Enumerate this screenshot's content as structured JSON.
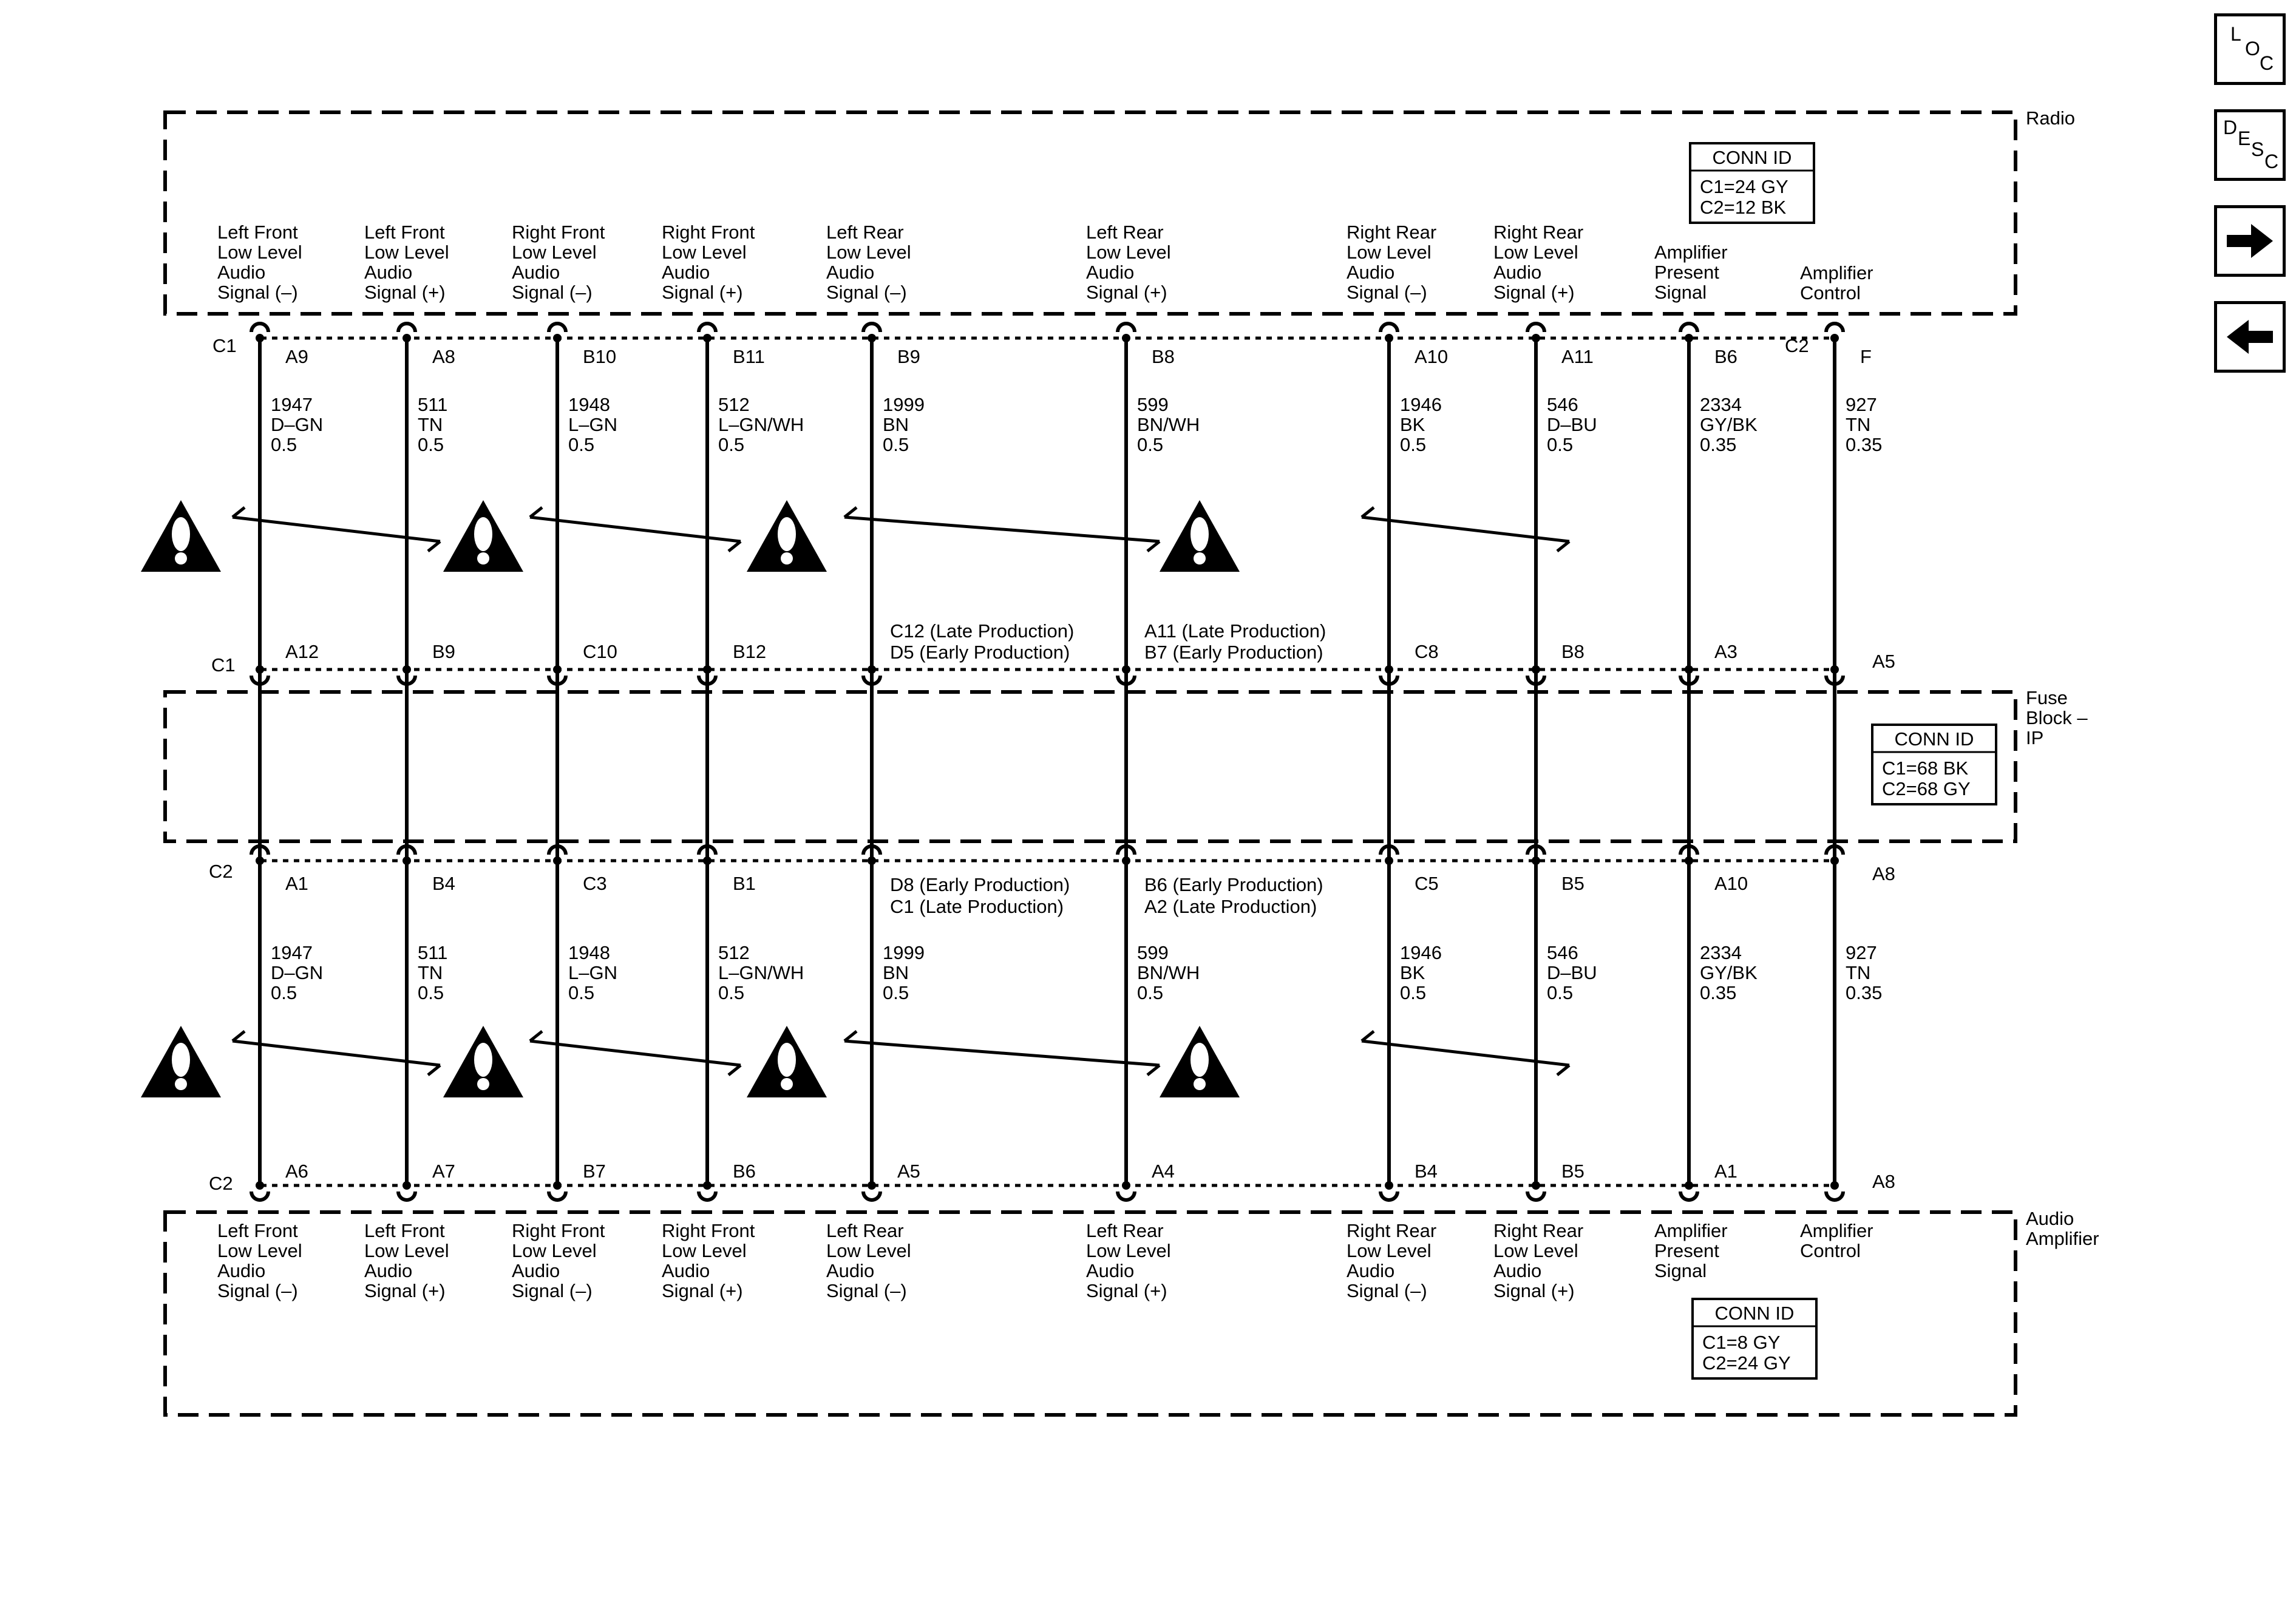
{
  "components": {
    "radio": "Radio",
    "fuse_block": [
      "Fuse",
      "Block –",
      "IP"
    ],
    "amplifier": [
      "Audio",
      "Amplifier"
    ]
  },
  "conn_ids": {
    "radio": {
      "header": "CONN ID",
      "lines": [
        "C1=24 GY",
        "C2=12 BK"
      ]
    },
    "fuse_block": {
      "header": "CONN ID",
      "lines": [
        "C1=68 BK",
        "C2=68 GY"
      ]
    },
    "amplifier": {
      "header": "CONN ID",
      "lines": [
        "C1=8 GY",
        "C2=24 GY"
      ]
    }
  },
  "connector_names": {
    "radio_c1": "C1",
    "radio_c2": "C2",
    "fuse_upper_c1": "C1",
    "fuse_lower_c2": "C2",
    "amp_c2": "C2"
  },
  "signal_labels": [
    [
      "Left Front",
      "Low Level",
      "Audio",
      "Signal (–)"
    ],
    [
      "Left Front",
      "Low Level",
      "Audio",
      "Signal (+)"
    ],
    [
      "Right Front",
      "Low Level",
      "Audio",
      "Signal (–)"
    ],
    [
      "Right Front",
      "Low Level",
      "Audio",
      "Signal (+)"
    ],
    [
      "Left Rear",
      "Low Level",
      "Audio",
      "Signal (–)"
    ],
    [
      "Left Rear",
      "Low Level",
      "Audio",
      "Signal (+)"
    ],
    [
      "Right Rear",
      "Low Level",
      "Audio",
      "Signal (–)"
    ],
    [
      "Right Rear",
      "Low Level",
      "Audio",
      "Signal (+)"
    ],
    [
      "Amplifier",
      "Present",
      "Signal"
    ],
    [
      "Amplifier",
      "Control"
    ]
  ],
  "wires": [
    {
      "radio_pin": "A9",
      "fuse_top_pin": [
        "A12"
      ],
      "fuse_bot_pin": [
        "A1"
      ],
      "amp_pin": "A6",
      "circuit": "1947",
      "color": "D–GN",
      "gauge": "0.5"
    },
    {
      "radio_pin": "A8",
      "fuse_top_pin": [
        "B9"
      ],
      "fuse_bot_pin": [
        "B4"
      ],
      "amp_pin": "A7",
      "circuit": "511",
      "color": "TN",
      "gauge": "0.5"
    },
    {
      "radio_pin": "B10",
      "fuse_top_pin": [
        "C10"
      ],
      "fuse_bot_pin": [
        "C3"
      ],
      "amp_pin": "B7",
      "circuit": "1948",
      "color": "L–GN",
      "gauge": "0.5"
    },
    {
      "radio_pin": "B11",
      "fuse_top_pin": [
        "B12"
      ],
      "fuse_bot_pin": [
        "B1"
      ],
      "amp_pin": "B6",
      "circuit": "512",
      "color": "L–GN/WH",
      "gauge": "0.5"
    },
    {
      "radio_pin": "B9",
      "fuse_top_pin": [
        "C12 (Late Production)",
        "D5 (Early Production)"
      ],
      "fuse_bot_pin": [
        "D8 (Early Production)",
        "C1 (Late Production)"
      ],
      "amp_pin": "A5",
      "circuit": "1999",
      "color": "BN",
      "gauge": "0.5"
    },
    {
      "radio_pin": "B8",
      "fuse_top_pin": [
        "A11 (Late Production)",
        "B7 (Early Production)"
      ],
      "fuse_bot_pin": [
        "B6 (Early Production)",
        "A2 (Late Production)"
      ],
      "amp_pin": "A4",
      "circuit": "599",
      "color": "BN/WH",
      "gauge": "0.5"
    },
    {
      "radio_pin": "A10",
      "fuse_top_pin": [
        "C8"
      ],
      "fuse_bot_pin": [
        "C5"
      ],
      "amp_pin": "B4",
      "circuit": "1946",
      "color": "BK",
      "gauge": "0.5"
    },
    {
      "radio_pin": "A11",
      "fuse_top_pin": [
        "B8"
      ],
      "fuse_bot_pin": [
        "B5"
      ],
      "amp_pin": "B5",
      "circuit": "546",
      "color": "D–BU",
      "gauge": "0.5"
    },
    {
      "radio_pin": "B6",
      "fuse_top_pin": [
        "A3"
      ],
      "fuse_bot_pin": [
        "A10"
      ],
      "amp_pin": "A1",
      "circuit": "2334",
      "color": "GY/BK",
      "gauge": "0.35"
    },
    {
      "radio_pin": "F",
      "fuse_top_pin": [
        "A5"
      ],
      "fuse_bot_pin": [
        "A8"
      ],
      "amp_pin": "A8",
      "circuit": "927",
      "color": "TN",
      "gauge": "0.35"
    }
  ],
  "warning_icon": "warning-triangle-icon",
  "nav": {
    "loc": [
      "L",
      "O",
      "C"
    ],
    "desc": [
      "D",
      "E",
      "S",
      "C"
    ],
    "next_icon": "arrow-right-icon",
    "prev_icon": "arrow-left-icon"
  }
}
